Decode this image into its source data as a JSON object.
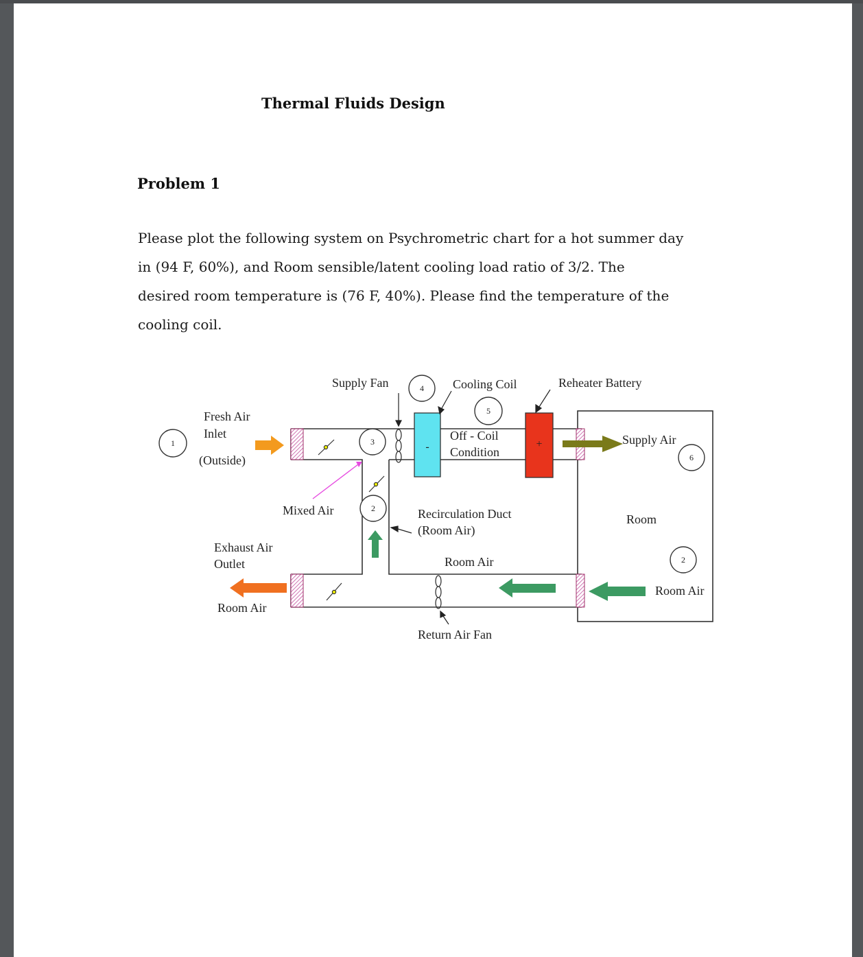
{
  "document": {
    "title": "Thermal Fluids Design",
    "problem_heading": "Problem 1",
    "problem_lines": [
      "Please  plot the following system on Psychrometric chart for a hot summer day",
      "in (94  F, 60%), and Room sensible/latent  cooling load ratio of 3/2. The",
      "desired room temperature is (76 F, 40%). Please find the temperature of the",
      "cooling coil."
    ]
  },
  "diagram": {
    "labels": {
      "supply_fan": "Supply Fan",
      "cooling_coil": "Cooling Coil",
      "reheater_battery": "Reheater Battery",
      "fresh_air": "Fresh Air",
      "inlet": "Inlet",
      "outside": "(Outside)",
      "off_coil_1": "Off - Coil",
      "off_coil_2": "Condition",
      "supply_air": "Supply Air",
      "mixed_air": "Mixed Air",
      "recirc_1": "Recirculation Duct",
      "recirc_2": "(Room Air)",
      "room": "Room",
      "exhaust_1": "Exhaust Air",
      "exhaust_2": "Outlet",
      "room_air_center": "Room Air",
      "room_air_right": "Room Air",
      "room_air_left": "Room Air",
      "return_fan": "Return Air Fan",
      "coil_sign": "-",
      "reheat_sign": "+"
    },
    "state_points": {
      "p1": "1",
      "p2_recirc": "2",
      "p2_room": "2",
      "p3": "3",
      "p4": "4",
      "p5": "5",
      "p6": "6"
    },
    "colors": {
      "fresh_air_arrow": "#f39a1e",
      "exhaust_arrow": "#f07020",
      "return_arrow": "#3c9a62",
      "supply_arrow": "#7a7a1a",
      "cooling_coil": "#5fe3f0",
      "reheater": "#e8341c",
      "mixing_pointer": "#e64be0",
      "damper_dot": "#f0f000"
    }
  }
}
